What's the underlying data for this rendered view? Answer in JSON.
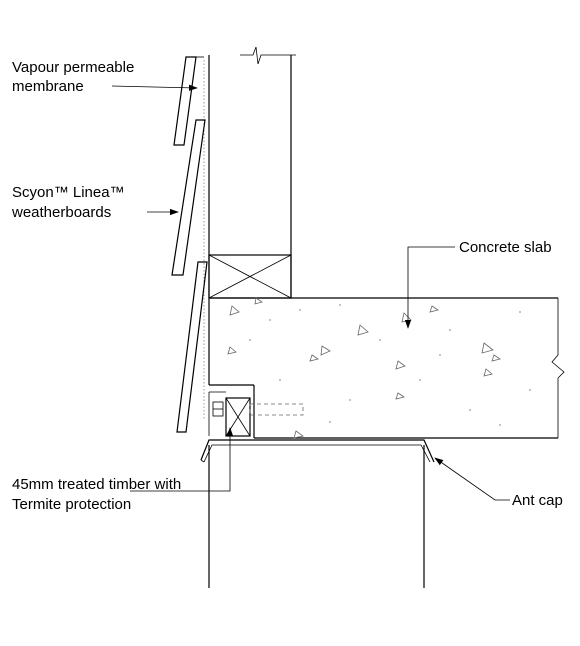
{
  "labels": {
    "vapour_line1": "Vapour permeable",
    "vapour_line2": "membrane",
    "scyon_line1": "Scyon™ Linea™",
    "scyon_line2": "weatherboards",
    "concrete": "Concrete slab",
    "timber_line1": "45mm treated timber with",
    "timber_line2": "Termite protection",
    "antcap": "Ant cap"
  }
}
